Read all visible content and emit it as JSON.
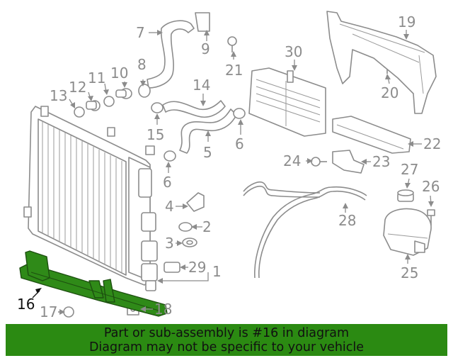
{
  "callouts": [
    "1",
    "2",
    "3",
    "4",
    "5",
    "6",
    "6",
    "7",
    "8",
    "9",
    "10",
    "11",
    "12",
    "13",
    "14",
    "15",
    "16",
    "17",
    "18",
    "19",
    "20",
    "21",
    "22",
    "23",
    "24",
    "25",
    "26",
    "27",
    "28",
    "29",
    "30"
  ],
  "highlighted_callout": "16",
  "highlight_color": "#2f8a18",
  "banner": {
    "line1": "Part or sub-assembly is #16 in diagram",
    "line2": "Diagram may not be specific to your vehicle",
    "color": "#2b8a12"
  }
}
